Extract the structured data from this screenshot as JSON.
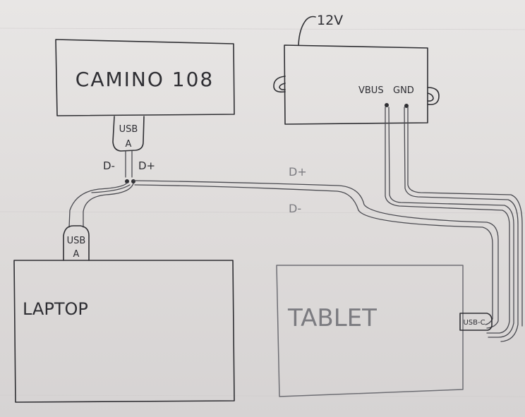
{
  "diagram": {
    "power_supply": {
      "input_label": "12V",
      "vbus_label": "VBUS",
      "gnd_label": "GND"
    },
    "camino": {
      "label": "CAMINO 108",
      "port_label_top": "USB",
      "port_label_bottom": "A",
      "dminus_label": "D-",
      "dplus_label": "D+"
    },
    "laptop": {
      "label": "LAPTOP",
      "port_label_top": "USB",
      "port_label_bottom": "A"
    },
    "tablet": {
      "label": "TABLET",
      "port_label": "USB-C"
    },
    "wires": {
      "dplus_label": "D+",
      "dminus_label": "D-"
    },
    "colors": {
      "paper": "#e3e0df",
      "ink": "#2f2f33",
      "faint_ink": "#7b7b80"
    }
  }
}
